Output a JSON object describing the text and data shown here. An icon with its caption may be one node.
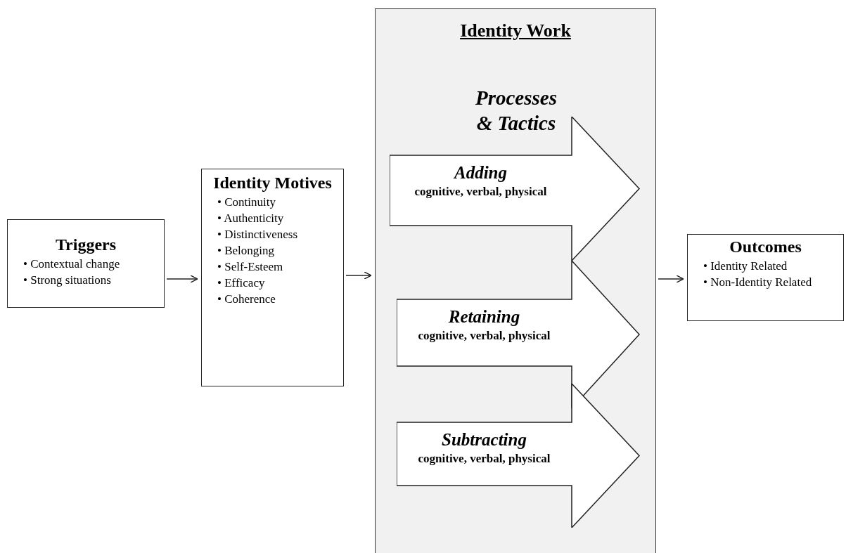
{
  "diagram": {
    "nodes": [
      {
        "text": [
          "Triggers",
          "• Contextual change",
          "• Strong situations"
        ]
      },
      {
        "text": [
          "Identity Motives",
          "• Continuity",
          "• Authenticity",
          "• Distinctiveness",
          "• Belonging",
          "• Self-Esteem",
          "• Efficacy",
          "• Coherence"
        ]
      },
      {
        "text": [
          "Identity Work",
          "Processes & Tactics"
        ]
      },
      {
        "text": [
          "Adding",
          "cognitive, verbal, physical"
        ],
        "in": 2
      },
      {
        "text": [
          "Retaining",
          "cognitive, verbal, physical"
        ],
        "in": 2
      },
      {
        "text": [
          "Subtracting",
          "cognitive, verbal, physical"
        ],
        "in": 2
      },
      {
        "text": [
          "Outcomes",
          "• Identity Related",
          "• Non-Identity Related"
        ]
      }
    ],
    "edges": [
      {
        "from": 0,
        "to": 1,
        "arrow": "to"
      },
      {
        "from": 1,
        "to": 2,
        "arrow": "to"
      },
      {
        "from": 2,
        "to": 6,
        "arrow": "to"
      }
    ]
  }
}
